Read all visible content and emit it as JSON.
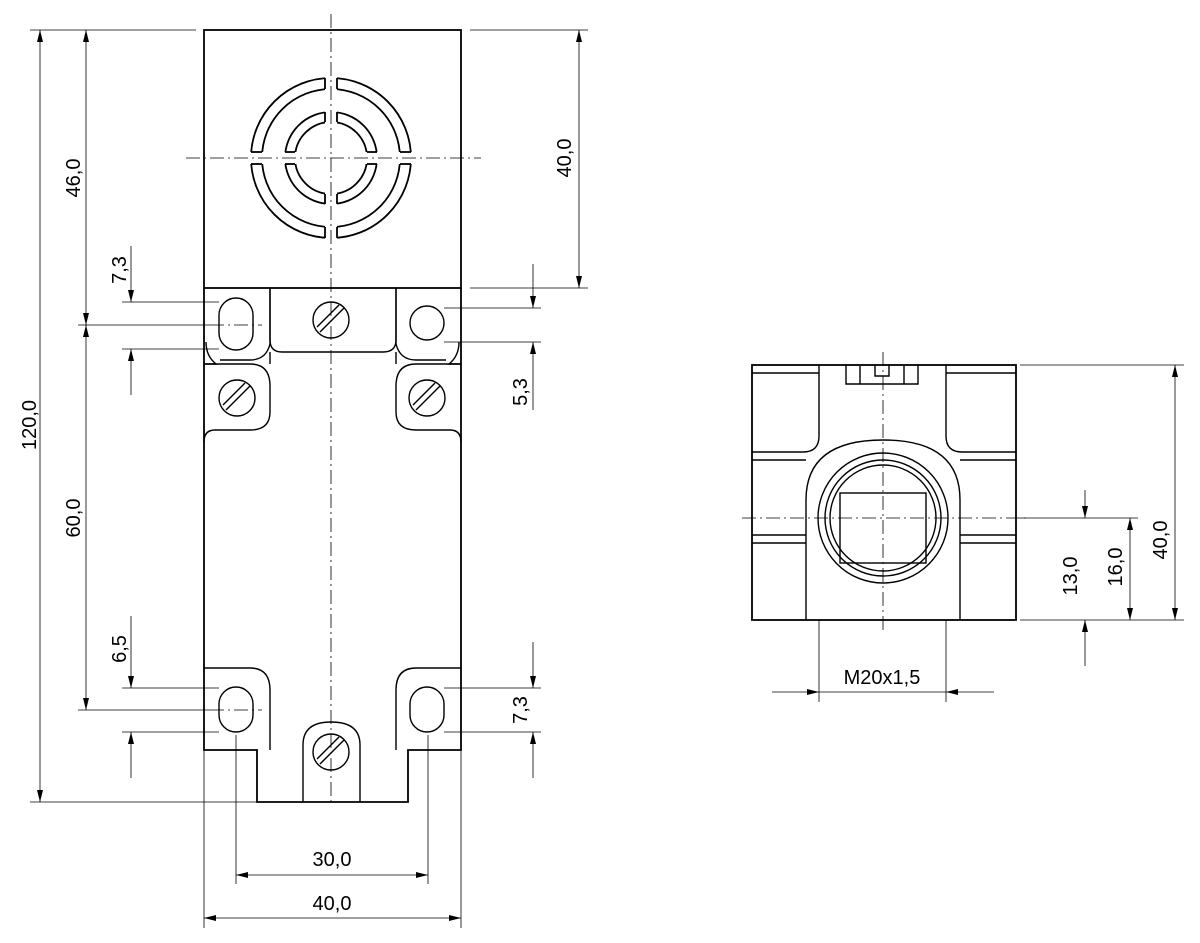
{
  "front_view": {
    "dimensions": {
      "total_height": "120,0",
      "upper_height": "46,0",
      "hole_spacing_vertical": "60,0",
      "top_slot_height": "7,3",
      "bottom_slot_offset": "6,5",
      "sensing_face_height": "40,0",
      "right_hole_offset": "5,3",
      "bottom_right_slot_height": "7,3",
      "hole_spacing_horizontal": "30,0",
      "body_width": "40,0"
    }
  },
  "side_view": {
    "dimensions": {
      "thread": "M20x1,5",
      "center_height_13": "13,0",
      "center_height_16": "16,0",
      "body_height": "40,0"
    }
  }
}
